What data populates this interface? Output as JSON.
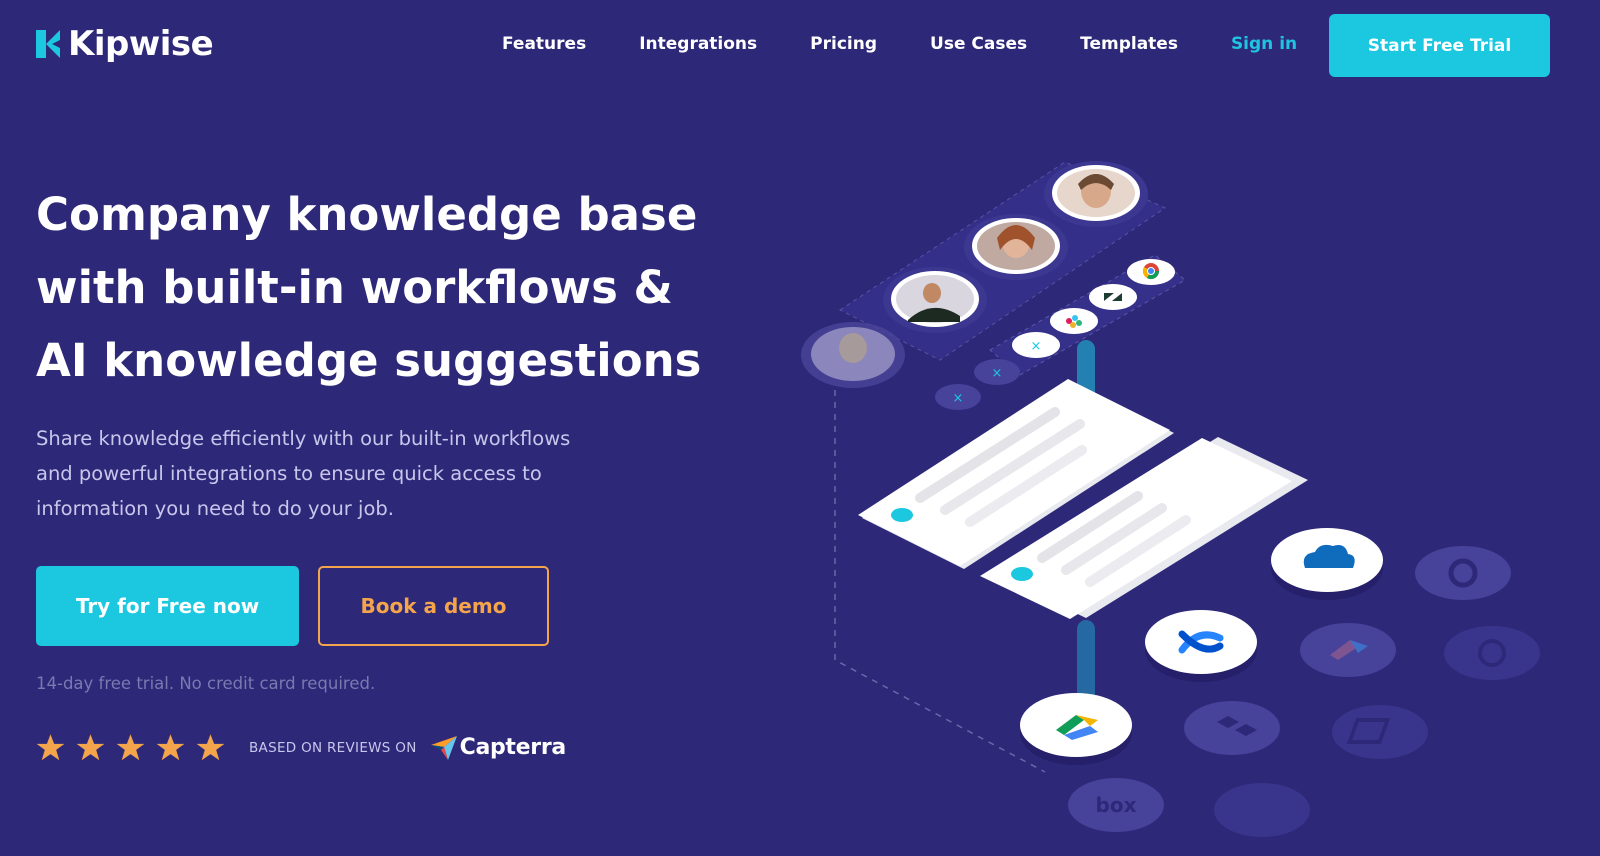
{
  "brand": {
    "name": "Kipwise"
  },
  "nav": {
    "links": [
      "Features",
      "Integrations",
      "Pricing",
      "Use Cases",
      "Templates"
    ],
    "signin": "Sign in",
    "cta": "Start Free Trial"
  },
  "hero": {
    "headline_lines": [
      "Company knowledge base",
      "with built-in workflows &",
      "AI knowledge suggestions"
    ],
    "sub_lines": [
      "Share knowledge efficiently with our built-in workflows",
      "and powerful integrations to ensure quick access to",
      "information you need to do your job."
    ],
    "primary_cta": "Try for Free now",
    "secondary_cta": "Book a demo",
    "note": "14-day free trial. No credit card required."
  },
  "rating": {
    "stars": 5,
    "based_on": "BASED ON REVIEWS ON",
    "platform": "Capterra"
  },
  "illustration": {
    "integration_icons": [
      "onedrive-icon",
      "confluence-icon",
      "google-drive-icon",
      "github-icon",
      "dropbox-icon",
      "box-icon",
      "notion-icon",
      "trello-icon",
      "slack-icon",
      "chrome-icon",
      "zendesk-icon"
    ]
  },
  "colors": {
    "background": "#2d2878",
    "accent": "#1bc8e0",
    "secondary": "#f4a44a",
    "star": "#f4a44a"
  }
}
